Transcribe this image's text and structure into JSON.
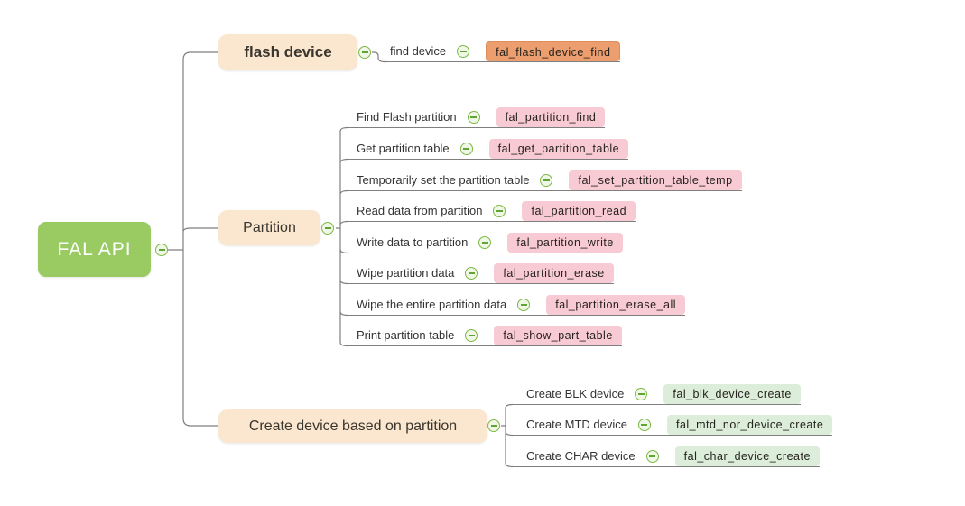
{
  "root": {
    "label": "FAL API"
  },
  "branches": [
    {
      "label": "flash device",
      "children": [
        {
          "label": "find device",
          "api": "fal_flash_device_find",
          "api_color": "orange"
        }
      ]
    },
    {
      "label": "Partition",
      "children": [
        {
          "label": "Find Flash partition",
          "api": "fal_partition_find",
          "api_color": "pink"
        },
        {
          "label": "Get partition table",
          "api": "fal_get_partition_table",
          "api_color": "pink"
        },
        {
          "label": "Temporarily set the partition table",
          "api": "fal_set_partition_table_temp",
          "api_color": "pink"
        },
        {
          "label": "Read data from partition",
          "api": "fal_partition_read",
          "api_color": "pink"
        },
        {
          "label": "Write data to partition",
          "api": "fal_partition_write",
          "api_color": "pink"
        },
        {
          "label": "Wipe partition data",
          "api": "fal_partition_erase",
          "api_color": "pink"
        },
        {
          "label": "Wipe the entire partition data",
          "api": "fal_partition_erase_all",
          "api_color": "pink"
        },
        {
          "label": "Print partition table",
          "api": "fal_show_part_table",
          "api_color": "pink"
        }
      ]
    },
    {
      "label": "Create device based on partition",
      "children": [
        {
          "label": "Create BLK device",
          "api": "fal_blk_device_create",
          "api_color": "green"
        },
        {
          "label": "Create MTD device",
          "api": "fal_mtd_nor_device_create",
          "api_color": "green"
        },
        {
          "label": "Create CHAR device",
          "api": "fal_char_device_create",
          "api_color": "green"
        }
      ]
    }
  ],
  "icons": {
    "collapse": "circled-minus"
  },
  "colors": {
    "root_green": "#99CB62",
    "topic_cream": "#FBE7CF",
    "api_orange": "#EC9E6E",
    "api_orange_border": "#DE8C59",
    "api_pink": "#F8CAD3",
    "api_green": "#DCEDDA",
    "line_gray": "#7F7F7F",
    "icon_border": "#7CB944",
    "icon_bg": "#F0F7E6",
    "icon_minus": "#5FA534"
  }
}
